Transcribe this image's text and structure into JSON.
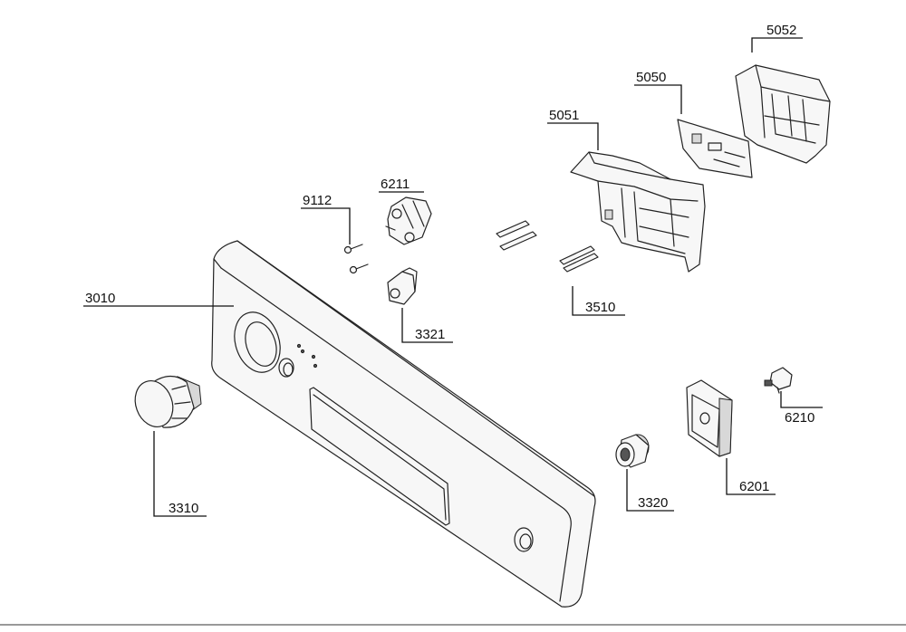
{
  "parts": {
    "p5052": "5052",
    "p5050": "5050",
    "p5051": "5051",
    "p6211": "6211",
    "p9112": "9112",
    "p3010": "3010",
    "p3321": "3321",
    "p3510": "3510",
    "p3310": "3310",
    "p3320": "3320",
    "p6201": "6201",
    "p6210": "6210"
  }
}
